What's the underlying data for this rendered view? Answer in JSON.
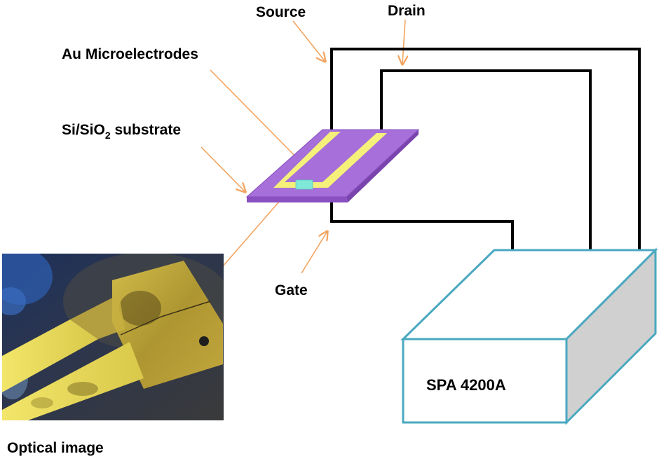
{
  "labels": {
    "source": "Source",
    "drain": "Drain",
    "au_microelectrodes": "Au Microelectrodes",
    "substrate_prefix": "Si/SiO",
    "substrate_sub": "2",
    "substrate_suffix": " substrate",
    "gate": "Gate",
    "instrument": "SPA 4200A",
    "optical_image": "Optical image"
  },
  "colors": {
    "substrate_top": "#a66fd9",
    "substrate_edge": "#8a4fc0",
    "electrode": "#f5f07a",
    "channel": "#7fe8d8",
    "wire": "#000000",
    "arrow": "#f4a460",
    "box_outline": "#4aa8c0",
    "box_side": "#d0d0d0",
    "box_face": "#ffffff"
  }
}
